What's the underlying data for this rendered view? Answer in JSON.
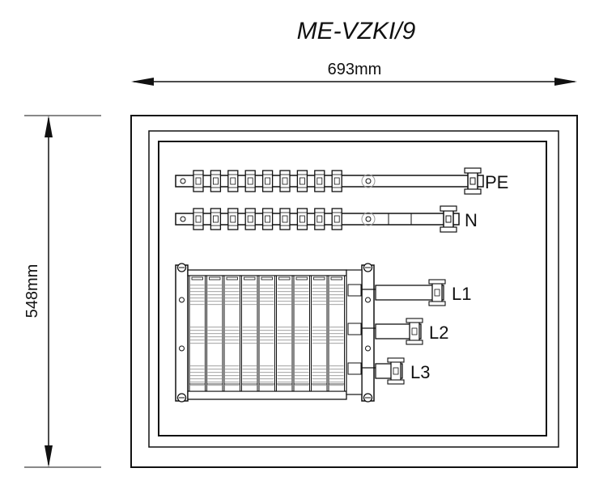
{
  "title": "ME-VZKI/9",
  "dimensions": {
    "width_label": "693mm",
    "height_label": "548mm"
  },
  "busbars": {
    "pe_label": "PE",
    "n_label": "N",
    "terminal_count": 9
  },
  "phases": [
    "L1",
    "L2",
    "L3"
  ],
  "breaker_slots": 9,
  "colors": {
    "line": "#111111",
    "background": "#ffffff",
    "hatch": "#bdbdbd"
  }
}
